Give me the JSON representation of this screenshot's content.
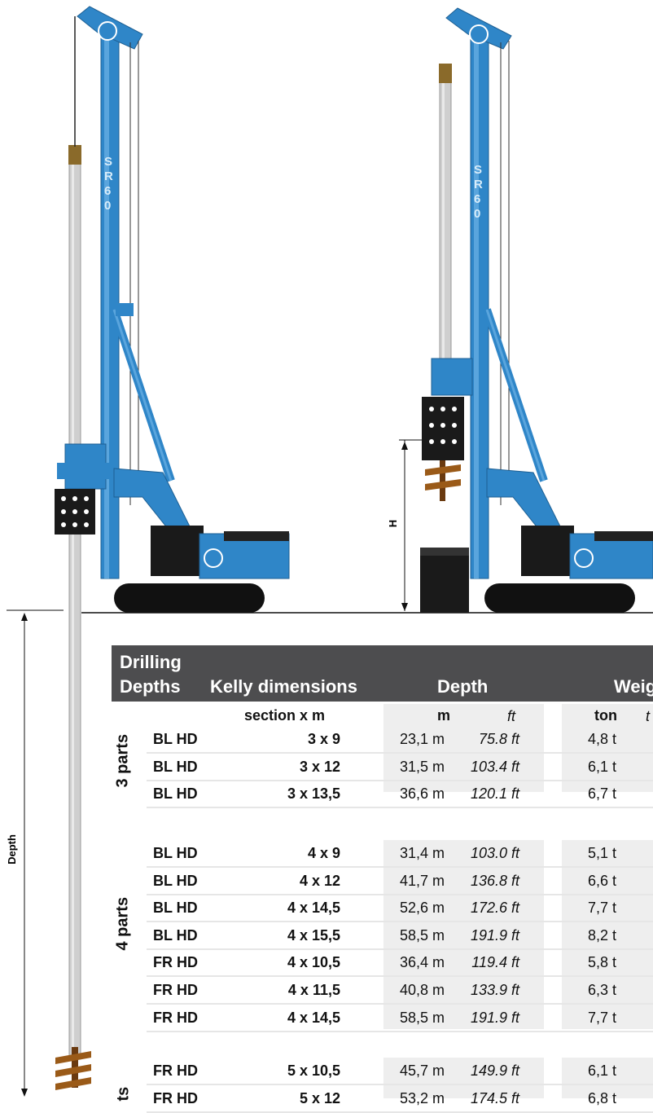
{
  "rig_label": "SR 60",
  "dimension_labels": {
    "depth": "Depth",
    "height": "H"
  },
  "table": {
    "title_line1": "Drilling",
    "title_line2": "Depths",
    "col_kelly": "Kelly dimensions",
    "col_depth": "Depth",
    "col_weight": "Weig",
    "sub_section": "section x m",
    "sub_m": "m",
    "sub_ft": "ft",
    "sub_ton": "ton",
    "sub_t": "t",
    "groups": [
      {
        "label": "3 parts",
        "rows": [
          {
            "type": "BL HD",
            "dim": "3 x 9",
            "m": "23,1 m",
            "ft": "75.8 ft",
            "ton": "4,8 t"
          },
          {
            "type": "BL HD",
            "dim": "3 x 12",
            "m": "31,5 m",
            "ft": "103.4 ft",
            "ton": "6,1 t"
          },
          {
            "type": "BL HD",
            "dim": "3 x 13,5",
            "m": "36,6 m",
            "ft": "120.1 ft",
            "ton": "6,7 t"
          }
        ]
      },
      {
        "label": "4 parts",
        "rows": [
          {
            "type": "BL HD",
            "dim": "4 x 9",
            "m": "31,4 m",
            "ft": "103.0 ft",
            "ton": "5,1 t"
          },
          {
            "type": "BL HD",
            "dim": "4 x 12",
            "m": "41,7 m",
            "ft": "136.8 ft",
            "ton": "6,6 t"
          },
          {
            "type": "BL HD",
            "dim": "4 x 14,5",
            "m": "52,6 m",
            "ft": "172.6 ft",
            "ton": "7,7 t"
          },
          {
            "type": "BL HD",
            "dim": "4 x 15,5",
            "m": "58,5 m",
            "ft": "191.9 ft",
            "ton": "8,2 t"
          },
          {
            "type": "FR HD",
            "dim": "4 x 10,5",
            "m": "36,4 m",
            "ft": "119.4 ft",
            "ton": "5,8 t"
          },
          {
            "type": "FR HD",
            "dim": "4 x 11,5",
            "m": "40,8 m",
            "ft": "133.9 ft",
            "ton": "6,3 t"
          },
          {
            "type": "FR HD",
            "dim": "4 x 14,5",
            "m": "58,5 m",
            "ft": "191.9 ft",
            "ton": "7,7 t"
          }
        ]
      },
      {
        "label": "ts",
        "rows": [
          {
            "type": "FR HD",
            "dim": "5 x 10,5",
            "m": "45,7 m",
            "ft": "149.9 ft",
            "ton": "6,1 t"
          },
          {
            "type": "FR HD",
            "dim": "5 x 12",
            "m": "53,2 m",
            "ft": "174.5 ft",
            "ton": "6,8 t"
          }
        ]
      }
    ]
  },
  "colors": {
    "rig_blue": "#2f86c8",
    "header_gray": "#4d4d4f",
    "kelly_gray": "#c9c9c9",
    "auger_brown": "#9a5a18"
  }
}
